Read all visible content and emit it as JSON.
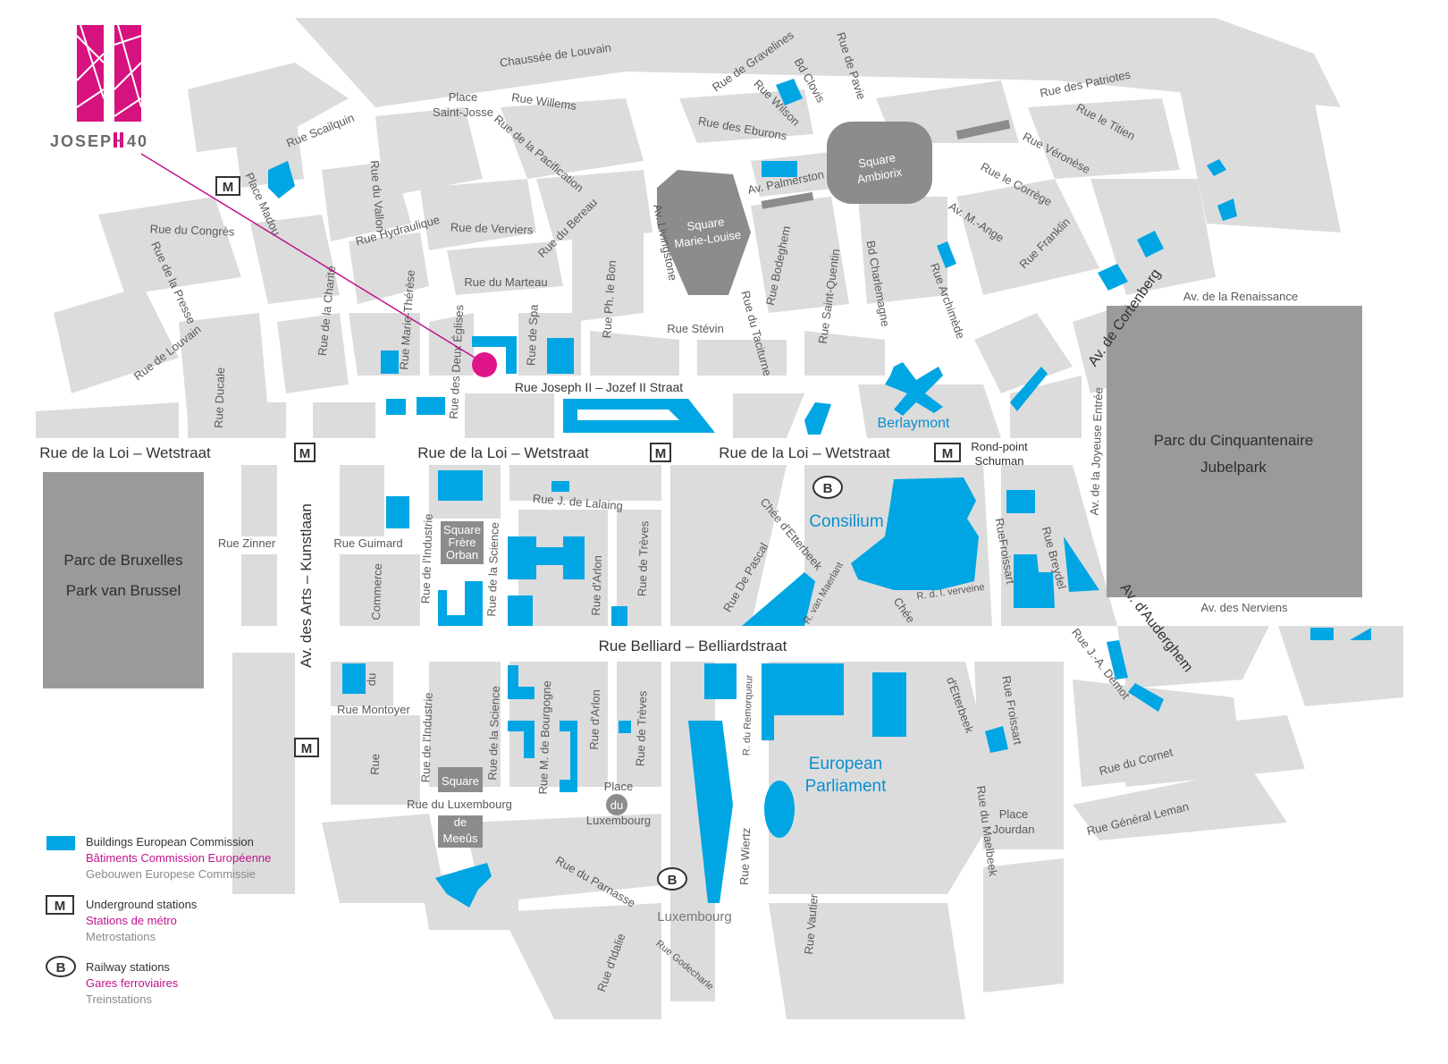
{
  "logo": {
    "text_left": "JOSEPH",
    "text_right": "40",
    "color": "#d6127f"
  },
  "parks": {
    "bruxelles_fr": "Parc de Bruxelles",
    "bruxelles_nl": "Park van Brussel",
    "cinquantenaire_fr": "Parc du Cinquantenaire",
    "cinquantenaire_nl": "Jubelpark"
  },
  "squares": {
    "marie_louise": [
      "Square",
      "Marie-Louise"
    ],
    "ambiorix": [
      "Square",
      "Ambiorix"
    ],
    "frere_orban": [
      "Square",
      "Frère",
      "Orban"
    ],
    "de_meeus": [
      "Square",
      "de",
      "Meeûs"
    ],
    "luxembourg": [
      "Place",
      "du",
      "Luxembourg"
    ]
  },
  "main_streets": {
    "loi_left": "Rue de la Loi – Wetstraat",
    "loi_mid": "Rue de la Loi – Wetstraat",
    "loi_right": "Rue de la Loi – Wetstraat",
    "belliard": "Rue Belliard – Belliardstraat",
    "joseph": "Rue Joseph II – Jozef II Straat",
    "arts": "Av. des Arts – Kunstlaan"
  },
  "streets": {
    "louvain_chaussee": "Chaussée de Louvain",
    "gravelines": "Rue de Gravelines",
    "pavie": "Rue de Pavie",
    "clovis": "Bd Clovis",
    "wilson": "Rue Wilson",
    "willems": "Rue Willems",
    "place_st_josse_1": "Place",
    "place_st_josse_2": "Saint-Josse",
    "scailquin": "Rue Scailquin",
    "eburons": "Rue des Eburons",
    "patriotes": "Rue des Patriotes",
    "titien": "Rue le Titien",
    "veronese": "Rue Véronèse",
    "correge": "Rue le Corrège",
    "pacification": "Rue de la Pacification",
    "palmerston": "Av. Palmerston",
    "madou": "Place Madou",
    "vallon": "Rue du Vallon",
    "congres": "Rue du Congrès",
    "hydraulique": "Rue Hydraulique",
    "verviers": "Rue de Verviers",
    "bereau": "Rue du Bereau",
    "livingstone": "Av. Livingstone",
    "m_ange": "Av. M.-Ange",
    "franklin": "Rue Franklin",
    "presse": "Rue de la Presse",
    "marteau": "Rue du Marteau",
    "charite": "Rue de la Charité",
    "marie_therese": "Rue Marie-Thérèse",
    "deux_eglises": "Rue des Deux Églises",
    "spa": "Rue de Spa",
    "ph_le_bon": "Rue Ph. le Bon",
    "bodeghem": "Rue Bodeghem",
    "saint_quentin": "Rue Saint-Quentin",
    "charlemagne": "Bd Charlemagne",
    "archimede": "Rue Archimède",
    "cortenberg": "Av. de Cortenberg",
    "renaissance": "Av. de la Renaissance",
    "stevin": "Rue Stévin",
    "taciturne": "Rue du Taciturne",
    "louvain": "Rue de Louvain",
    "ducale": "Rue Ducale",
    "joyeuse_entree": "Av. de la Joyeuse Entrée",
    "rond_point_1": "Rond-point",
    "rond_point_2": "Schuman",
    "lalaing": "Rue J. de Lalaing",
    "etterbeek_chee": "Chée d'Etterbeek",
    "froissart": "RueFroissart",
    "breydel": "Rue Breydel",
    "zinner": "Rue Zinner",
    "guimard": "Rue Guimard",
    "commerce": "Commerce",
    "industrie": "Rue de l'Industrie",
    "science": "Rue de la Science",
    "arlon": "Rue d'Arlon",
    "treves": "Rue de Trèves",
    "pascal": "Rue De Pascal",
    "van_maerlant": "R. van Maerlant",
    "verveine": "R. d. l. verveine",
    "chee": "Chée",
    "auderghem": "Av. d'Auderghem",
    "nerviens": "Av. des Nerviens",
    "demot": "Rue J.-A. Demot",
    "du": "du",
    "montoyer": "Rue Montoyer",
    "rue": "Rue",
    "industrie2": "Rue de l'Industrie",
    "science2": "Rue de la Science",
    "bourgogne": "Rue M. de Bourgogne",
    "arlon2": "Rue d'Arlon",
    "treves2": "Rue de Trèves",
    "remorqueur": "R. du Remorqueur",
    "etterbeek2": "d'Etterbeek",
    "froissart2": "Rue Froissart",
    "cornet": "Rue du Cornet",
    "luxembourg": "Rue du Luxembourg",
    "wiertz": "Rue Wiertz",
    "maelbeek": "Rue du Maelbeek",
    "place_jourdan_1": "Place",
    "place_jourdan_2": "Jourdan",
    "general_leman": "Rue Général Leman",
    "parnasse": "Rue du Parnasse",
    "vautier": "Rue Vautier",
    "idalie": "Rue d'Idalie",
    "godecharle": "Rue Godecharle"
  },
  "landmarks": {
    "berlaymont": "Berlaymont",
    "consilium": "Consilium",
    "parliament_1": "European",
    "parliament_2": "Parliament",
    "luxembourg_station": "Luxembourg"
  },
  "symbols": {
    "metro": "M",
    "rail": "B"
  },
  "legend": [
    {
      "symbol": "ec-building",
      "en": "Buildings European Commission",
      "fr": "Bâtiments Commission Européenne",
      "nl": "Gebouwen Europese Commissie"
    },
    {
      "symbol": "metro",
      "en": "Underground stations",
      "fr": "Stations de métro",
      "nl": "Metrostations"
    },
    {
      "symbol": "rail",
      "en": "Railway stations",
      "fr": "Gares ferroviaires",
      "nl": "Treinstations"
    }
  ],
  "colors": {
    "ec_building": "#00a6e3",
    "marker": "#e0158a",
    "block": "#dcdcdc",
    "park": "#9a9a9a"
  }
}
